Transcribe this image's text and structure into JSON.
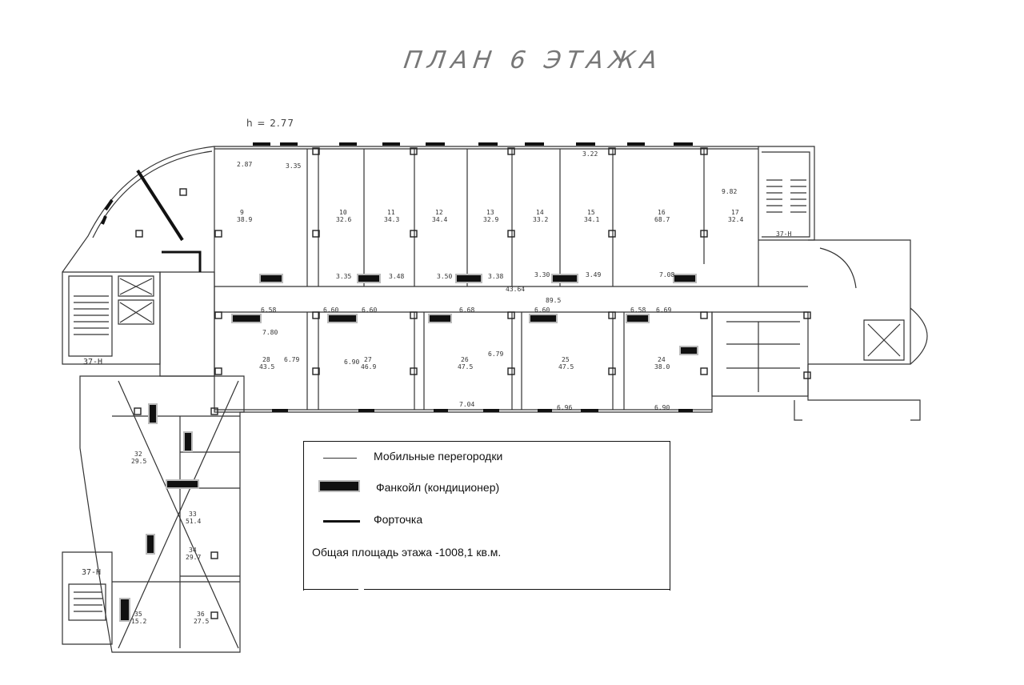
{
  "title": "ПЛАН 6 ЭТАЖА",
  "height_note": "h = 2.77",
  "legend": {
    "items": [
      {
        "symbol": "thin-line",
        "label": "Мобильные перегородки"
      },
      {
        "symbol": "fancoil",
        "label": "Фанкойл (кондиционер)"
      },
      {
        "symbol": "window-vent",
        "label": "Форточка"
      }
    ],
    "total_area": "Общая площадь этажа -1008,1 кв.м."
  },
  "stair_labels": [
    "37-Н",
    "37-Н",
    "37-Н"
  ],
  "rooms_north": [
    {
      "num": "9",
      "area": "38.9"
    },
    {
      "num": "10",
      "area": "32.6"
    },
    {
      "num": "11",
      "area": "34.3"
    },
    {
      "num": "12",
      "area": "34.4"
    },
    {
      "num": "13",
      "area": "32.9"
    },
    {
      "num": "14",
      "area": "33.2"
    },
    {
      "num": "15",
      "area": "34.1"
    },
    {
      "num": "16",
      "area": "68.7"
    },
    {
      "num": "17",
      "area": "32.4"
    }
  ],
  "rooms_south": [
    {
      "num": "28",
      "area": "43.5"
    },
    {
      "num": "27",
      "area": "46.9"
    },
    {
      "num": "26",
      "area": "47.5"
    },
    {
      "num": "25",
      "area": "47.5"
    },
    {
      "num": "24",
      "area": "38.0"
    }
  ],
  "rooms_west": [
    {
      "num": "32",
      "area": "29.5"
    },
    {
      "num": "33",
      "area": "51.4"
    },
    {
      "num": "34",
      "area": "29.7"
    },
    {
      "num": "35",
      "area": "15.2"
    },
    {
      "num": "36",
      "area": "27.5"
    }
  ],
  "corridor_dims": [
    "43.64",
    "89.5"
  ],
  "dims_north": [
    "2.87",
    "3.35",
    "3.22",
    "9.82",
    "7.08",
    "3.30",
    "3.49",
    "3.50",
    "3.38",
    "3.35",
    "3.48"
  ],
  "dims_south": [
    "6.58",
    "6.60",
    "6.60",
    "6.68",
    "6.60",
    "6.58",
    "6.69",
    "7.80",
    "6.79",
    "6.90",
    "6.79",
    "7.04",
    "6.96",
    "6.90"
  ]
}
